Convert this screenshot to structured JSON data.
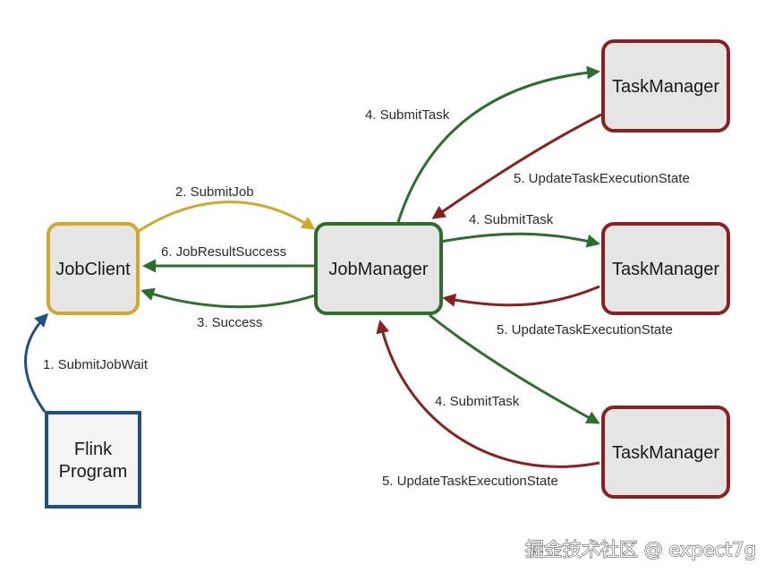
{
  "colors": {
    "client": "#d1a72c",
    "manager": "#2c6f2a",
    "task": "#8c2020",
    "program": "#1e4f85",
    "node_fill": "#e5e5e5",
    "program_fill": "#f4f4f4"
  },
  "nodes": {
    "job_client": "JobClient",
    "job_manager": "JobManager",
    "task_manager_1": "TaskManager",
    "task_manager_2": "TaskManager",
    "task_manager_3": "TaskManager",
    "flink_program": [
      "Flink",
      "Program"
    ]
  },
  "edges": {
    "submit_job_wait": "1. SubmitJobWait",
    "submit_job": "2. SubmitJob",
    "success": "3. Success",
    "submit_task_1": "4. SubmitTask",
    "submit_task_2": "4. SubmitTask",
    "submit_task_3": "4. SubmitTask",
    "update_state_1": "5. UpdateTaskExecutionState",
    "update_state_2": "5. UpdateTaskExecutionState",
    "update_state_3": "5. UpdateTaskExecutionState",
    "job_result_success": "6. JobResultSuccess"
  },
  "watermark": "掘金技术社区 @ expect7g"
}
